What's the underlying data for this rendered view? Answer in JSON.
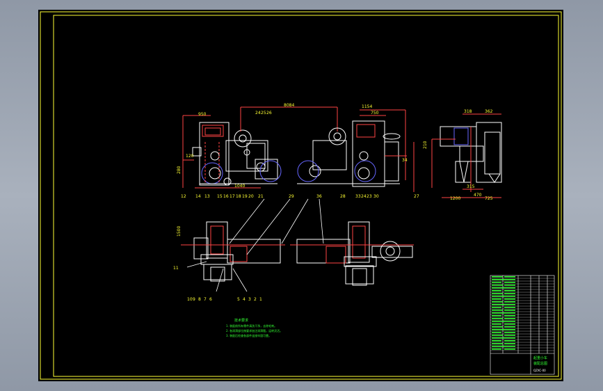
{
  "drawing": {
    "dimensions": {
      "d_950": "950",
      "d_8084": "8084",
      "d_1154": "1154",
      "d_750": "750",
      "d_1040": "1040",
      "d_318": "318",
      "d_362": "362",
      "d_1200": "1200",
      "d_470": "470",
      "d_725": "725",
      "d_315": "315",
      "d_210": "210",
      "d_280": "280",
      "d_120": "120",
      "d_1500": "1500",
      "d_34": "34"
    },
    "balloons_top_left": [
      "12",
      "14",
      "13",
      "15",
      "16",
      "17",
      "18",
      "19",
      "20",
      "21"
    ],
    "balloons_top_left_upper": [
      "24",
      "25",
      "26"
    ],
    "balloons_top_right": [
      "28",
      "33",
      "24",
      "23",
      "30",
      "27"
    ],
    "balloons_bottom_left": [
      "10",
      "9",
      "8",
      "7",
      "6",
      "5",
      "4",
      "3",
      "2",
      "1"
    ],
    "balloon_11": "11",
    "balloon_29": "29",
    "balloon_36": "36",
    "notes": {
      "heading": "技术要求",
      "line1": "1. 装配前所有零件清洗干净，去除毛刺。",
      "line2": "2. 各润滑部位按要求加注润滑脂，运转灵活。",
      "line3": "3. 装配后检查各部件连接牢固可靠。"
    },
    "title_block": {
      "name_line1": "起重小车",
      "name_line2": "装配总图",
      "drawing_no": "QZXC-00"
    }
  }
}
